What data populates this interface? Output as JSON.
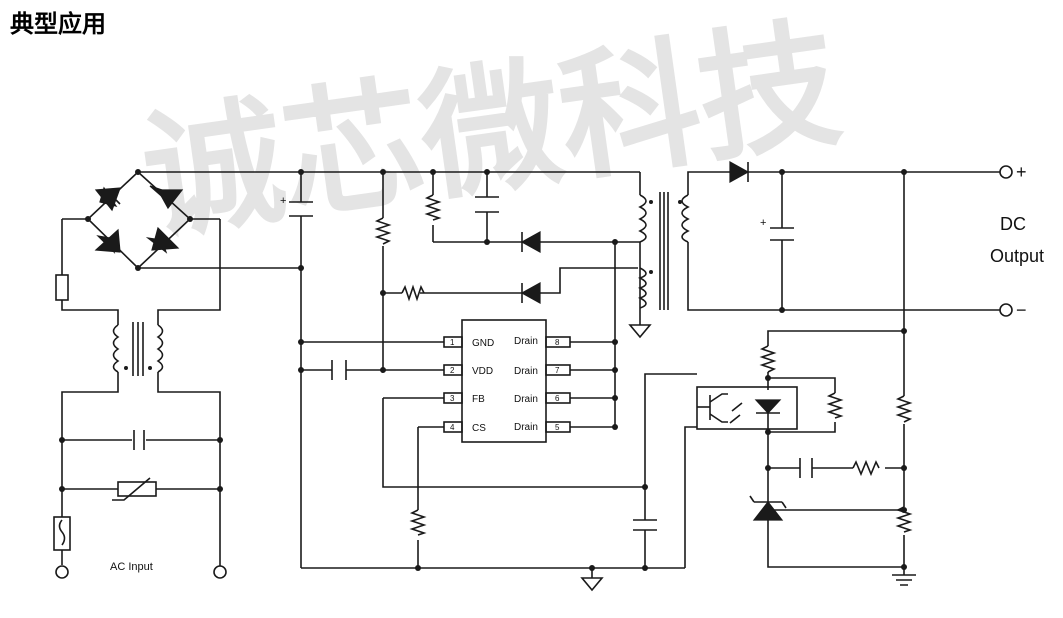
{
  "title": "典型应用",
  "watermark": "诚芯微科技",
  "labels": {
    "dc": "DC",
    "output": "Output",
    "ac_input": "AC Input",
    "plus": "+",
    "minus": "−",
    "cap_plus": "+"
  },
  "ic": {
    "left_pins": [
      {
        "num": "1",
        "name": "GND"
      },
      {
        "num": "2",
        "name": "VDD"
      },
      {
        "num": "3",
        "name": "FB"
      },
      {
        "num": "4",
        "name": "CS"
      }
    ],
    "right_pins": [
      {
        "num": "8",
        "name": "Drain"
      },
      {
        "num": "7",
        "name": "Drain"
      },
      {
        "num": "6",
        "name": "Drain"
      },
      {
        "num": "5",
        "name": "Drain"
      }
    ]
  }
}
